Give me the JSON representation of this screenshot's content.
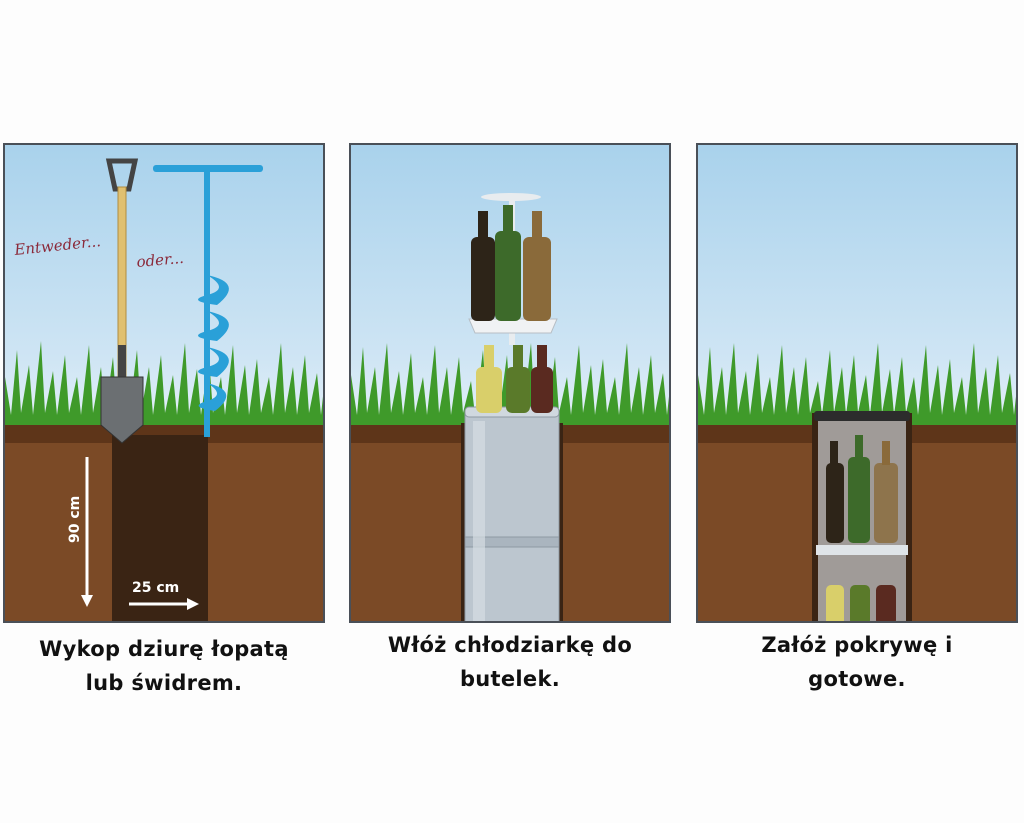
{
  "panels": [
    {
      "handwriting_left": "Entweder...",
      "handwriting_right": "oder...",
      "depth_label": "90 cm",
      "width_label": "25 cm",
      "caption_line1": "Wykop dziurę łopatą",
      "caption_line2": "lub świdrem."
    },
    {
      "caption_line1": "Włóż chłodziarkę do",
      "caption_line2": "butelek."
    },
    {
      "caption_line1": "Załóż pokrywę i",
      "caption_line2": "gotowe."
    }
  ],
  "colors": {
    "sky": "#a9d2ec",
    "grass": "#3f9a2a",
    "soil": "#7b4a26",
    "hole": "#3a2414",
    "auger": "#2aa0d8",
    "cooler": "#bcc6cf",
    "border": "#4a5058"
  }
}
